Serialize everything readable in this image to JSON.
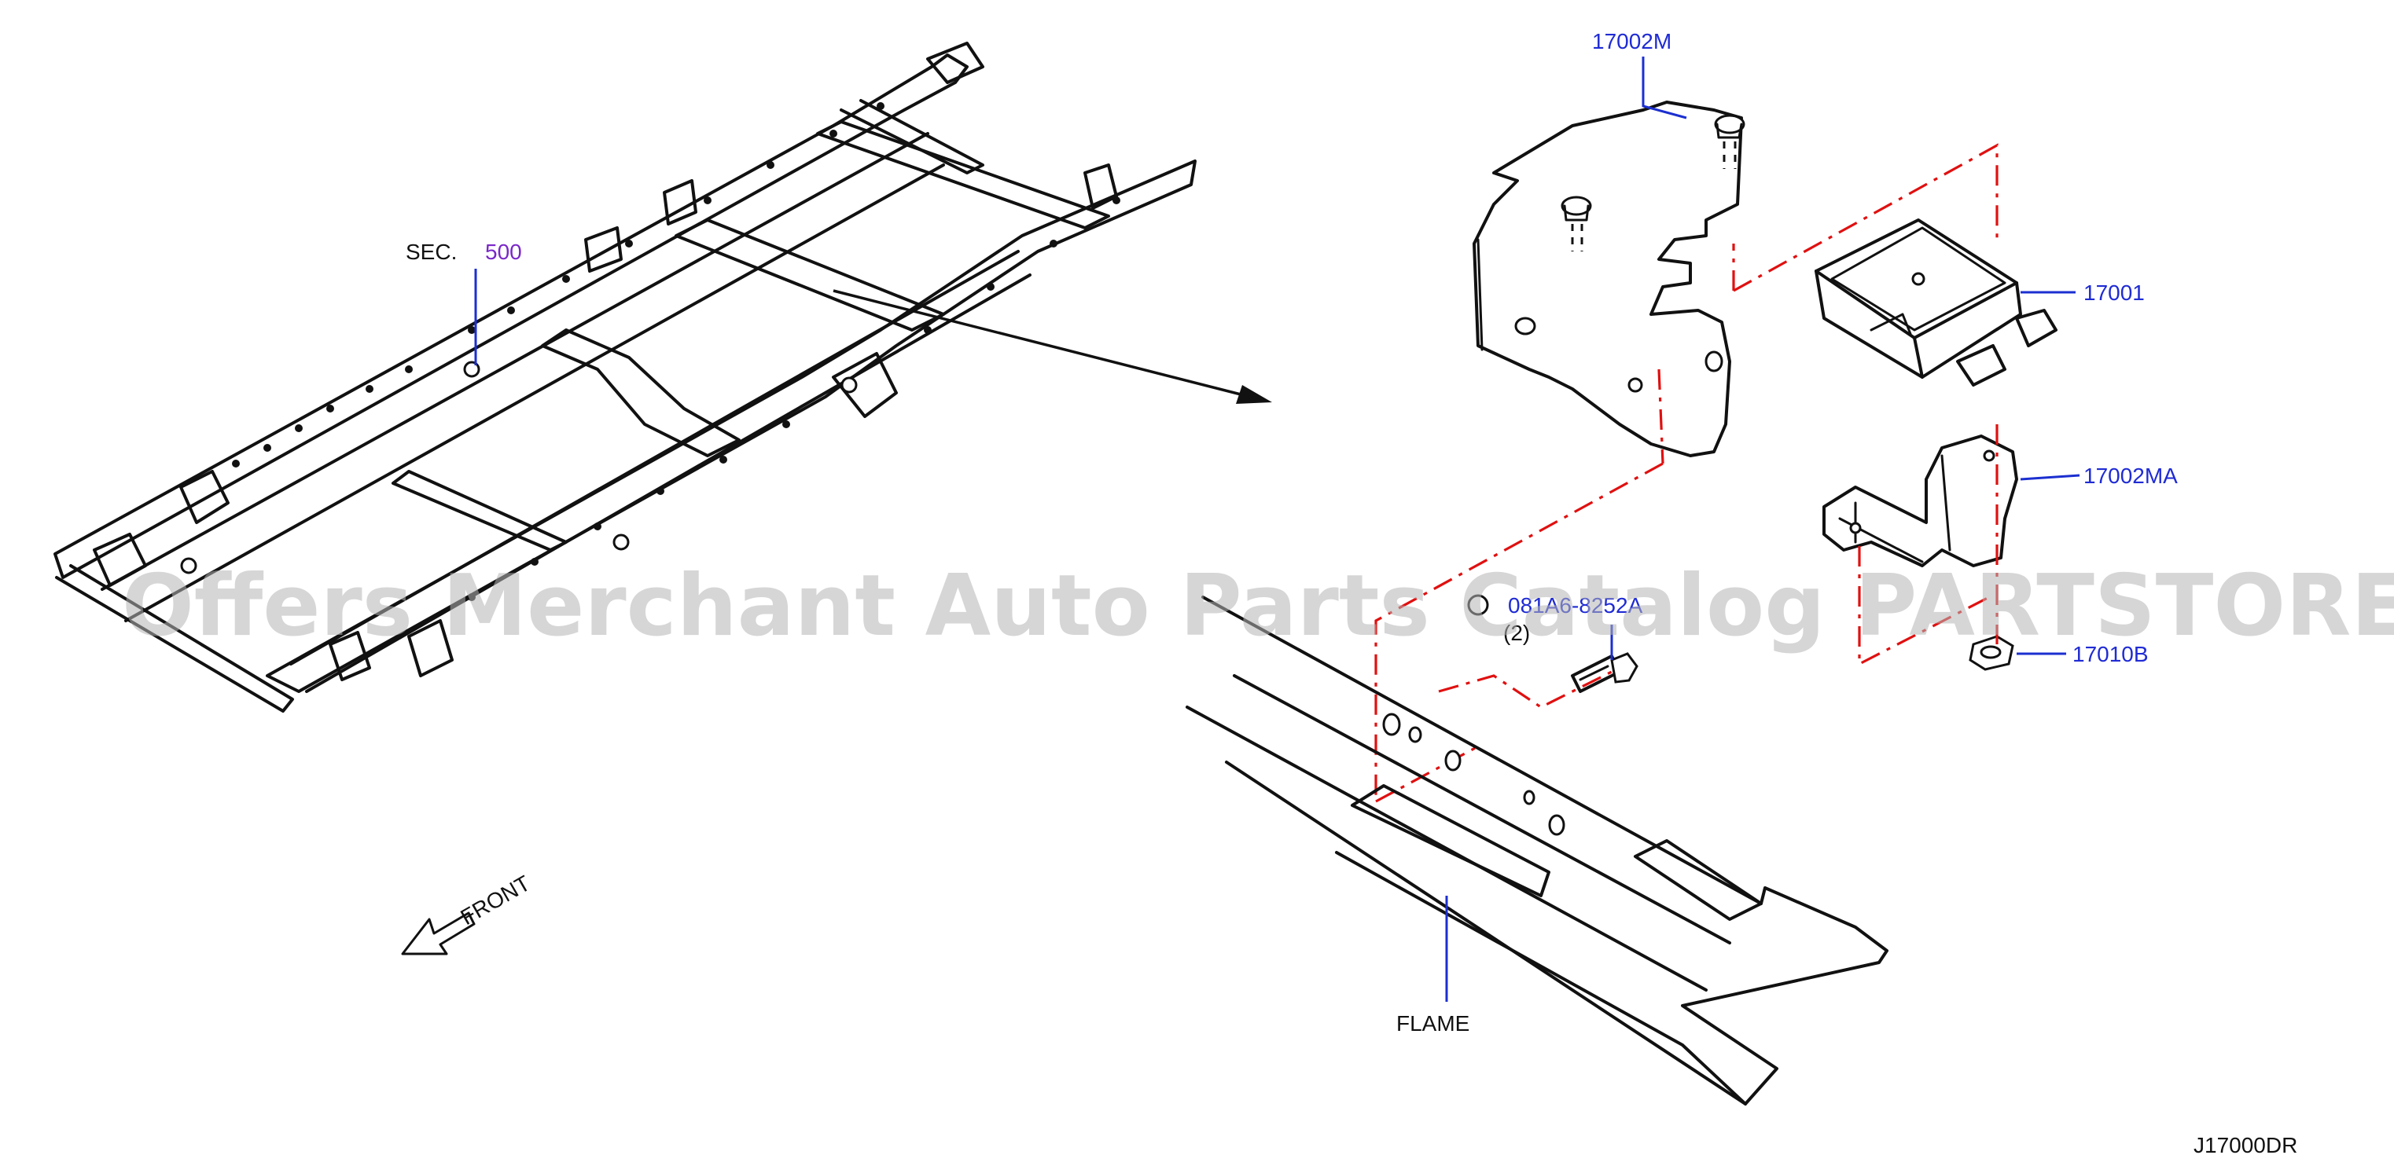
{
  "diagram": {
    "section_label": "SEC.",
    "section_number": "500",
    "part_17002M": "17002M",
    "part_17001": "17001",
    "part_17002MA": "17002MA",
    "part_17010B": "17010B",
    "bolt_part": "081A6-8252A",
    "bolt_qty": "(2)",
    "frame_label": "FLAME",
    "front_label": "FRONT",
    "diagram_code": "J17000DR",
    "watermark": "Offers Merchant Auto Parts Catalog PARTSTORE.SA",
    "colors": {
      "callout": "#1f2bd4",
      "section_link": "#7a28c8",
      "phantom_line": "#e01010",
      "linework": "#111111"
    }
  }
}
